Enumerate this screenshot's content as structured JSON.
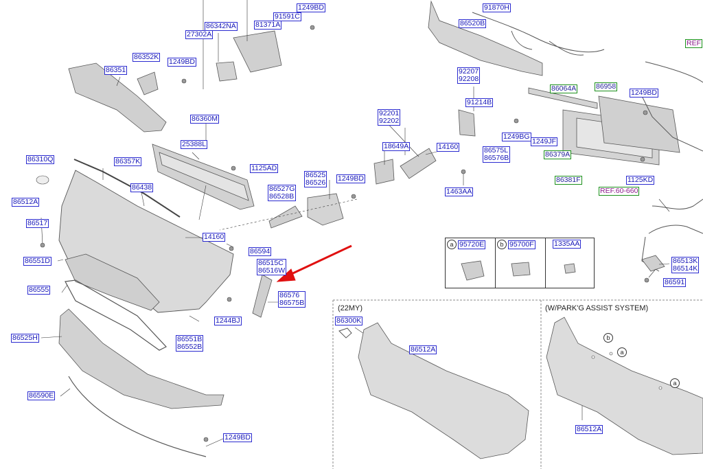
{
  "labels": [
    {
      "id": "l1",
      "text": "91870H",
      "style": "b"
    },
    {
      "id": "l2",
      "text": "1249BD",
      "style": "b"
    },
    {
      "id": "l3",
      "text": "91591C",
      "style": "b"
    },
    {
      "id": "l4",
      "text": "86342NA",
      "style": "b"
    },
    {
      "id": "l5",
      "text": "81371A",
      "style": "b"
    },
    {
      "id": "l6",
      "text": "27302A",
      "style": "b"
    },
    {
      "id": "l7",
      "text": "86352K",
      "style": "b"
    },
    {
      "id": "l8",
      "text": "1249BD",
      "style": "b"
    },
    {
      "id": "l9",
      "text": "86351",
      "style": "b"
    },
    {
      "id": "l10",
      "text": "86520B",
      "style": "b"
    },
    {
      "id": "l11",
      "text": "REF",
      "style": "m"
    },
    {
      "id": "l12",
      "text": "91214B",
      "style": "b"
    },
    {
      "id": "l13",
      "text": "86064A",
      "style": "g"
    },
    {
      "id": "l14",
      "text": "86958",
      "style": "g"
    },
    {
      "id": "l15",
      "text": "1249BD",
      "style": "b"
    },
    {
      "id": "l16",
      "text": "86360M",
      "style": "b"
    },
    {
      "id": "l17",
      "text": "25388L",
      "style": "b"
    },
    {
      "id": "l18",
      "text": "18649A",
      "style": "b"
    },
    {
      "id": "l19",
      "text": "14160",
      "style": "b"
    },
    {
      "id": "l20",
      "text": "1249BG",
      "style": "b"
    },
    {
      "id": "l21",
      "text": "1249JF",
      "style": "b"
    },
    {
      "id": "l22",
      "text": "86379A",
      "style": "g"
    },
    {
      "id": "l23",
      "text": "1125KD",
      "style": "b"
    },
    {
      "id": "l24",
      "text": "86381F",
      "style": "g"
    },
    {
      "id": "l25",
      "text": "REF.60-660",
      "style": "m"
    },
    {
      "id": "l26",
      "text": "86310Q",
      "style": "b"
    },
    {
      "id": "l27",
      "text": "86357K",
      "style": "b"
    },
    {
      "id": "l28",
      "text": "1125AD",
      "style": "b"
    },
    {
      "id": "l29",
      "text": "86438",
      "style": "b"
    },
    {
      "id": "l30",
      "text": "1249BD",
      "style": "b"
    },
    {
      "id": "l31",
      "text": "1463AA",
      "style": "b"
    },
    {
      "id": "l32",
      "text": "86512A",
      "style": "b"
    },
    {
      "id": "l33",
      "text": "86517",
      "style": "b"
    },
    {
      "id": "l34",
      "text": "14160",
      "style": "b"
    },
    {
      "id": "l35",
      "text": "86594",
      "style": "b"
    },
    {
      "id": "l36",
      "text": "86551D",
      "style": "b"
    },
    {
      "id": "l37",
      "text": "86555",
      "style": "b"
    },
    {
      "id": "l38",
      "text": "1244BJ",
      "style": "b"
    },
    {
      "id": "l39",
      "text": "86525H",
      "style": "b"
    },
    {
      "id": "l40",
      "text": "86590E",
      "style": "b"
    },
    {
      "id": "l41",
      "text": "1249BD",
      "style": "b"
    },
    {
      "id": "l42",
      "text": "86300K",
      "style": "b"
    },
    {
      "id": "l43",
      "text": "86512A",
      "style": "b"
    },
    {
      "id": "l44",
      "text": "86512A",
      "style": "b"
    },
    {
      "id": "l45",
      "text": "86591",
      "style": "b"
    }
  ],
  "stacked_labels": [
    {
      "id": "s1",
      "lines": [
        "92207",
        "92208"
      ],
      "style": "b"
    },
    {
      "id": "s2",
      "lines": [
        "92201",
        "92202"
      ],
      "style": "b"
    },
    {
      "id": "s3",
      "lines": [
        "86575L",
        "86576B"
      ],
      "style": "b"
    },
    {
      "id": "s4",
      "lines": [
        "86527G",
        "86528B"
      ],
      "style": "b"
    },
    {
      "id": "s5",
      "lines": [
        "86525",
        "86526"
      ],
      "style": "b"
    },
    {
      "id": "s6",
      "lines": [
        "86515C",
        "86516W"
      ],
      "style": "b"
    },
    {
      "id": "s7",
      "lines": [
        "86576",
        "86575B"
      ],
      "style": "b"
    },
    {
      "id": "s8",
      "lines": [
        "86551B",
        "86552B"
      ],
      "style": "b"
    },
    {
      "id": "s9",
      "lines": [
        "86513K",
        "86514K"
      ],
      "style": "b"
    }
  ],
  "captions": {
    "variant_22my": "(22MY)",
    "variant_park_assist": "(W/PARK'G ASSIST SYSTEM)"
  },
  "legend": [
    {
      "marker": "a",
      "code": "95720E"
    },
    {
      "marker": "b",
      "code": "95700F"
    },
    {
      "marker": "",
      "code": "1335AA"
    }
  ],
  "markers": [
    "b",
    "a",
    "a"
  ],
  "colors": {
    "label_text": "#1616b8",
    "label_border": "#2a2ad0",
    "group_border": "#1a8f1a",
    "arrow": "#e01010",
    "part_fill": "#d8d8d8"
  }
}
